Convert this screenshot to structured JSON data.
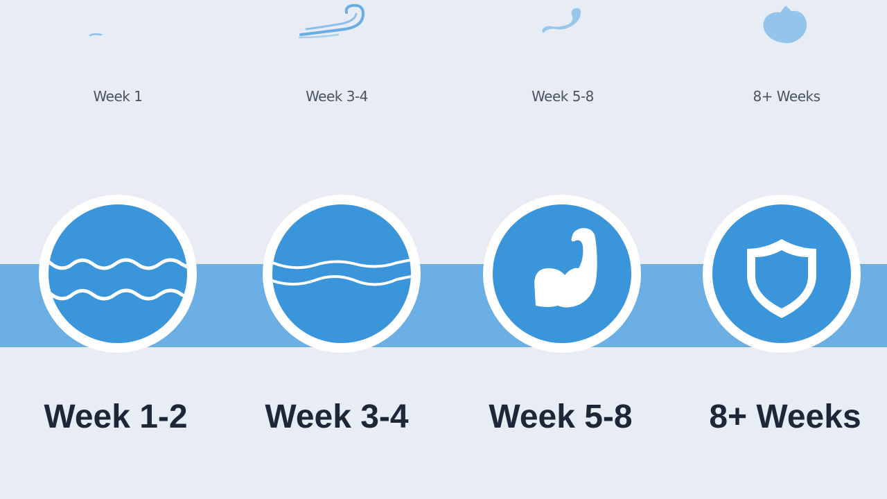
{
  "stages": [
    {
      "top_label": "Week 1",
      "label": "Week 1-2",
      "icon": "waves-icon"
    },
    {
      "top_label": "Week 3-4",
      "label": "Week 3-4",
      "icon": "gentle-wave-icon"
    },
    {
      "top_label": "Week 5-8",
      "label": "Week 5-8",
      "icon": "flexed-arm-icon"
    },
    {
      "top_label": "8+ Weeks",
      "label": "8+ Weeks",
      "icon": "shield-icon"
    }
  ],
  "colors": {
    "background": "#e8ecf4",
    "band": "#6aaee3",
    "circle_fill": "#3a95da",
    "ring": "#ffffff",
    "label_text": "#1d2738",
    "faint_icon": "#8cc0ea"
  }
}
